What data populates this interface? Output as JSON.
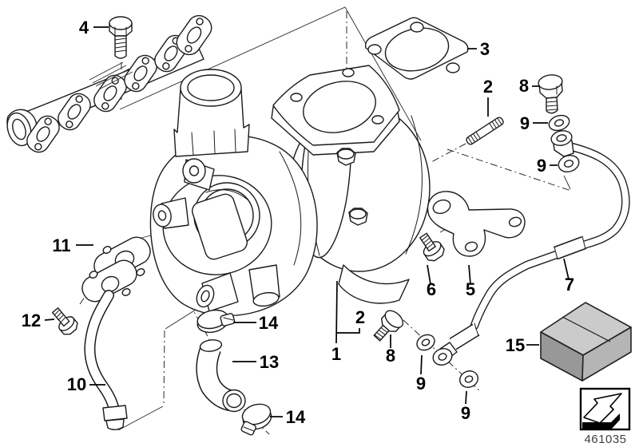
{
  "diagram": {
    "callouts": {
      "c1": "1",
      "c2": "2",
      "c3": "3",
      "c4": "4",
      "c5": "5",
      "c6": "6",
      "c7": "7",
      "c8": "8",
      "c9": "9",
      "c10": "10",
      "c11": "11",
      "c12": "12",
      "c13": "13",
      "c14": "14",
      "c15": "15"
    },
    "footer": {
      "part_number": "461035"
    },
    "legend": {
      "icon": "direction-arrow"
    },
    "colors": {
      "line": "#1b1b1b",
      "label_text": "#000000",
      "box_top": "#cbcbcb",
      "box_left": "#989898",
      "box_right": "#b5b5b5",
      "part_number_text": "#3f3f3f",
      "background": "#ffffff"
    }
  }
}
